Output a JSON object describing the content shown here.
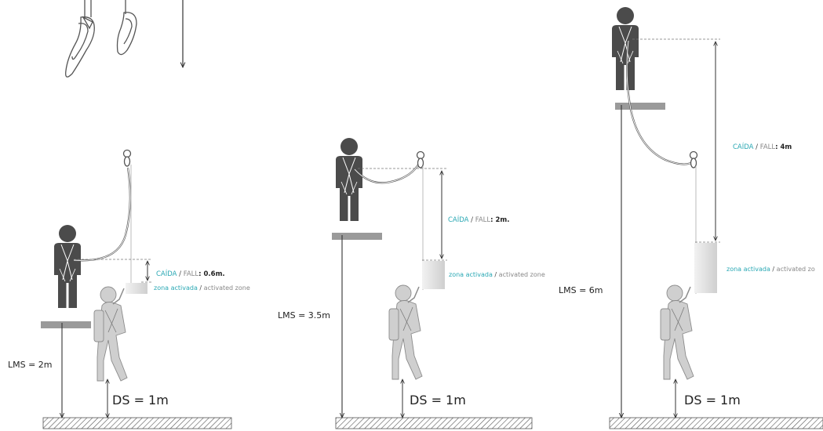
{
  "colors": {
    "figure_dark": "#4b4b4b",
    "figure_light": "#cfcfcf",
    "accent_teal": "#2aa8b4",
    "ground_hatch": "#555555",
    "platform": "#9a9a9a"
  },
  "scenarios": [
    {
      "lms_label": "LMS = 2m",
      "ds_label": "DS = 1m",
      "fall_es": "CAÍDA",
      "fall_sep": " / ",
      "fall_en": "FALL",
      "fall_value": ": 0.6m.",
      "zone_es": "zona activada",
      "zone_sep": " / ",
      "zone_en": "activated zone"
    },
    {
      "lms_label": "LMS = 3.5m",
      "ds_label": "DS = 1m",
      "fall_es": "CAÍDA",
      "fall_sep": " / ",
      "fall_en": "FALL",
      "fall_value": ": 2m.",
      "zone_es": "zona activada",
      "zone_sep": " / ",
      "zone_en": "activated zone"
    },
    {
      "lms_label": "LMS = 6m",
      "ds_label": "DS = 1m",
      "fall_es": "CAÍDA",
      "fall_sep": " / ",
      "fall_en": "FALL",
      "fall_value": ": 4m",
      "zone_es": "zona activada",
      "zone_sep": " / ",
      "zone_en": "activated zo"
    }
  ]
}
